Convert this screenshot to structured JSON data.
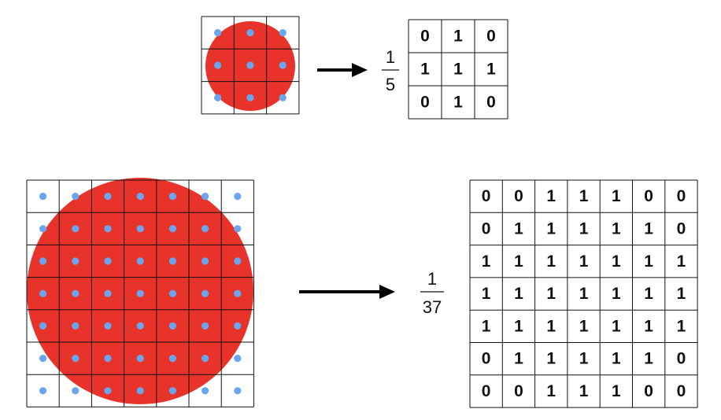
{
  "colors": {
    "disk": "#e8332a",
    "dot": "#6aa5ee",
    "grid": "#111111",
    "arrow": "#000000",
    "text": "#111111"
  },
  "small": {
    "fraction_numerator": "1",
    "fraction_denominator": "5",
    "kernel": [
      [
        "0",
        "1",
        "0"
      ],
      [
        "1",
        "1",
        "1"
      ],
      [
        "0",
        "1",
        "0"
      ]
    ]
  },
  "large": {
    "fraction_numerator": "1",
    "fraction_denominator": "37",
    "kernel": [
      [
        "0",
        "0",
        "1",
        "1",
        "1",
        "0",
        "0"
      ],
      [
        "0",
        "1",
        "1",
        "1",
        "1",
        "1",
        "0"
      ],
      [
        "1",
        "1",
        "1",
        "1",
        "1",
        "1",
        "1"
      ],
      [
        "1",
        "1",
        "1",
        "1",
        "1",
        "1",
        "1"
      ],
      [
        "1",
        "1",
        "1",
        "1",
        "1",
        "1",
        "1"
      ],
      [
        "0",
        "1",
        "1",
        "1",
        "1",
        "1",
        "0"
      ],
      [
        "0",
        "0",
        "1",
        "1",
        "1",
        "0",
        "0"
      ]
    ]
  }
}
